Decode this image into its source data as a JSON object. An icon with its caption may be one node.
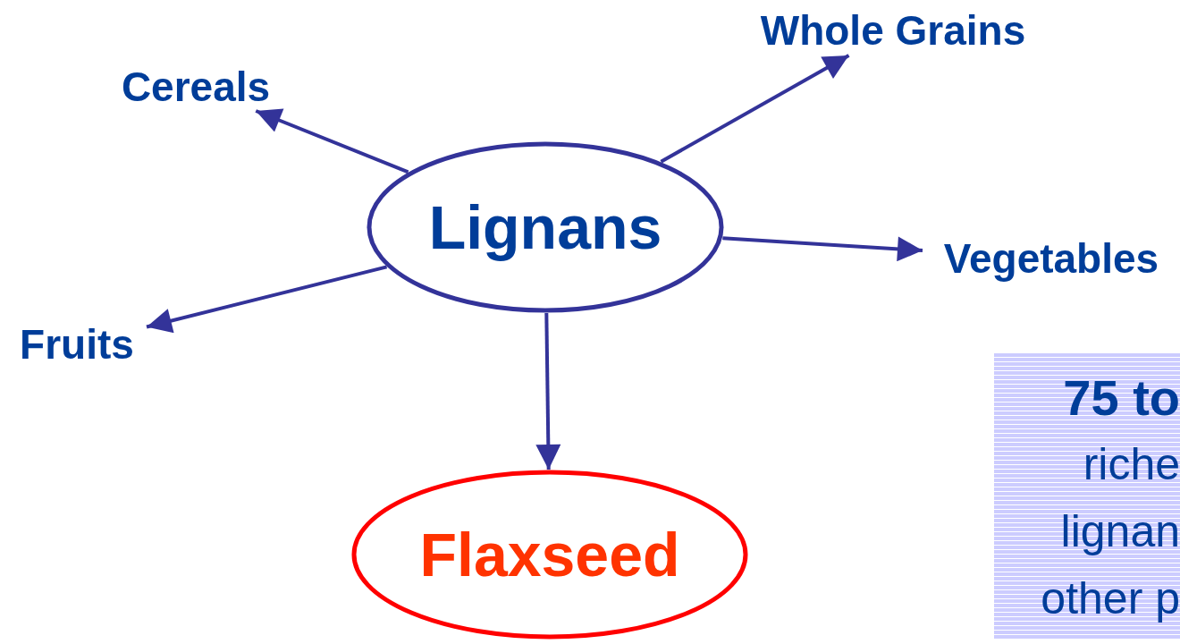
{
  "diagram": {
    "nodes": [
      {
        "text": [
          "Lignans"
        ]
      },
      {
        "text": [
          "Whole Grains"
        ]
      },
      {
        "text": [
          "Cereals"
        ]
      },
      {
        "text": [
          "Vegetables"
        ]
      },
      {
        "text": [
          "Fruits"
        ]
      },
      {
        "text": [
          "Flaxseed"
        ]
      },
      {
        "text": [
          "75 to",
          "riche",
          "lignan",
          "other p"
        ]
      }
    ],
    "edges": [
      {
        "from": 0,
        "to": 2,
        "arrow": "to"
      },
      {
        "from": 0,
        "to": 1,
        "arrow": "to"
      },
      {
        "from": 0,
        "to": 3,
        "arrow": "to"
      },
      {
        "from": 0,
        "to": 4,
        "arrow": "to"
      },
      {
        "from": 0,
        "to": 5,
        "arrow": "to"
      }
    ]
  }
}
